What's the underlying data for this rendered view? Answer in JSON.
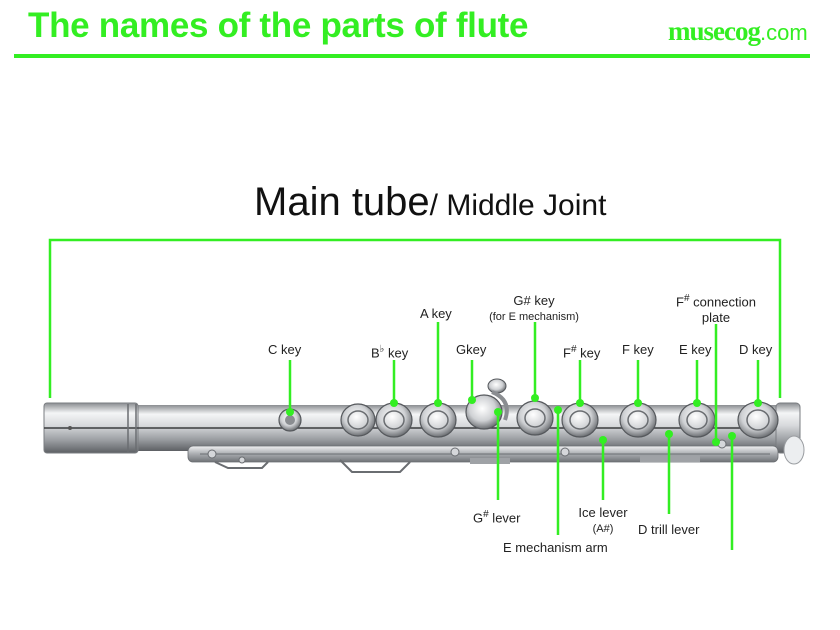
{
  "header": {
    "title": "The names of the parts of flute",
    "logo_main": "musecog",
    "logo_domain": ".com"
  },
  "section": {
    "title_large": "Main tube",
    "title_small": "/ Middle Joint"
  },
  "labels": {
    "c_key": "C key",
    "b_flat_key": "B",
    "b_flat_sym": "♭",
    "b_flat_tail": " key",
    "g_key": "Gkey",
    "a_key": "A key",
    "g_sharp_key": "G# key",
    "g_sharp_key_sub": "(for E mechanism)",
    "f_sharp_key": "F",
    "f_sharp_key_sym": "#",
    "f_sharp_key_tail": " key",
    "f_key": "F key",
    "e_key": "E key",
    "d_key": "D key",
    "f_sharp_plate_1": "F",
    "f_sharp_plate_sym": "#",
    "f_sharp_plate_2": " connection",
    "f_sharp_plate_3": "plate",
    "g_sharp_lever": "G",
    "g_sharp_lever_sym": "#",
    "g_sharp_lever_tail": " lever",
    "ice_lever": "Ice lever",
    "ice_lever_sub": "(A#)",
    "d_trill_lever": "D trill lever",
    "e_mech_arm": "E mechanism arm"
  },
  "colors": {
    "accent": "#33ee22",
    "pointer": "#33ee22",
    "metal": "#c9cbce"
  }
}
